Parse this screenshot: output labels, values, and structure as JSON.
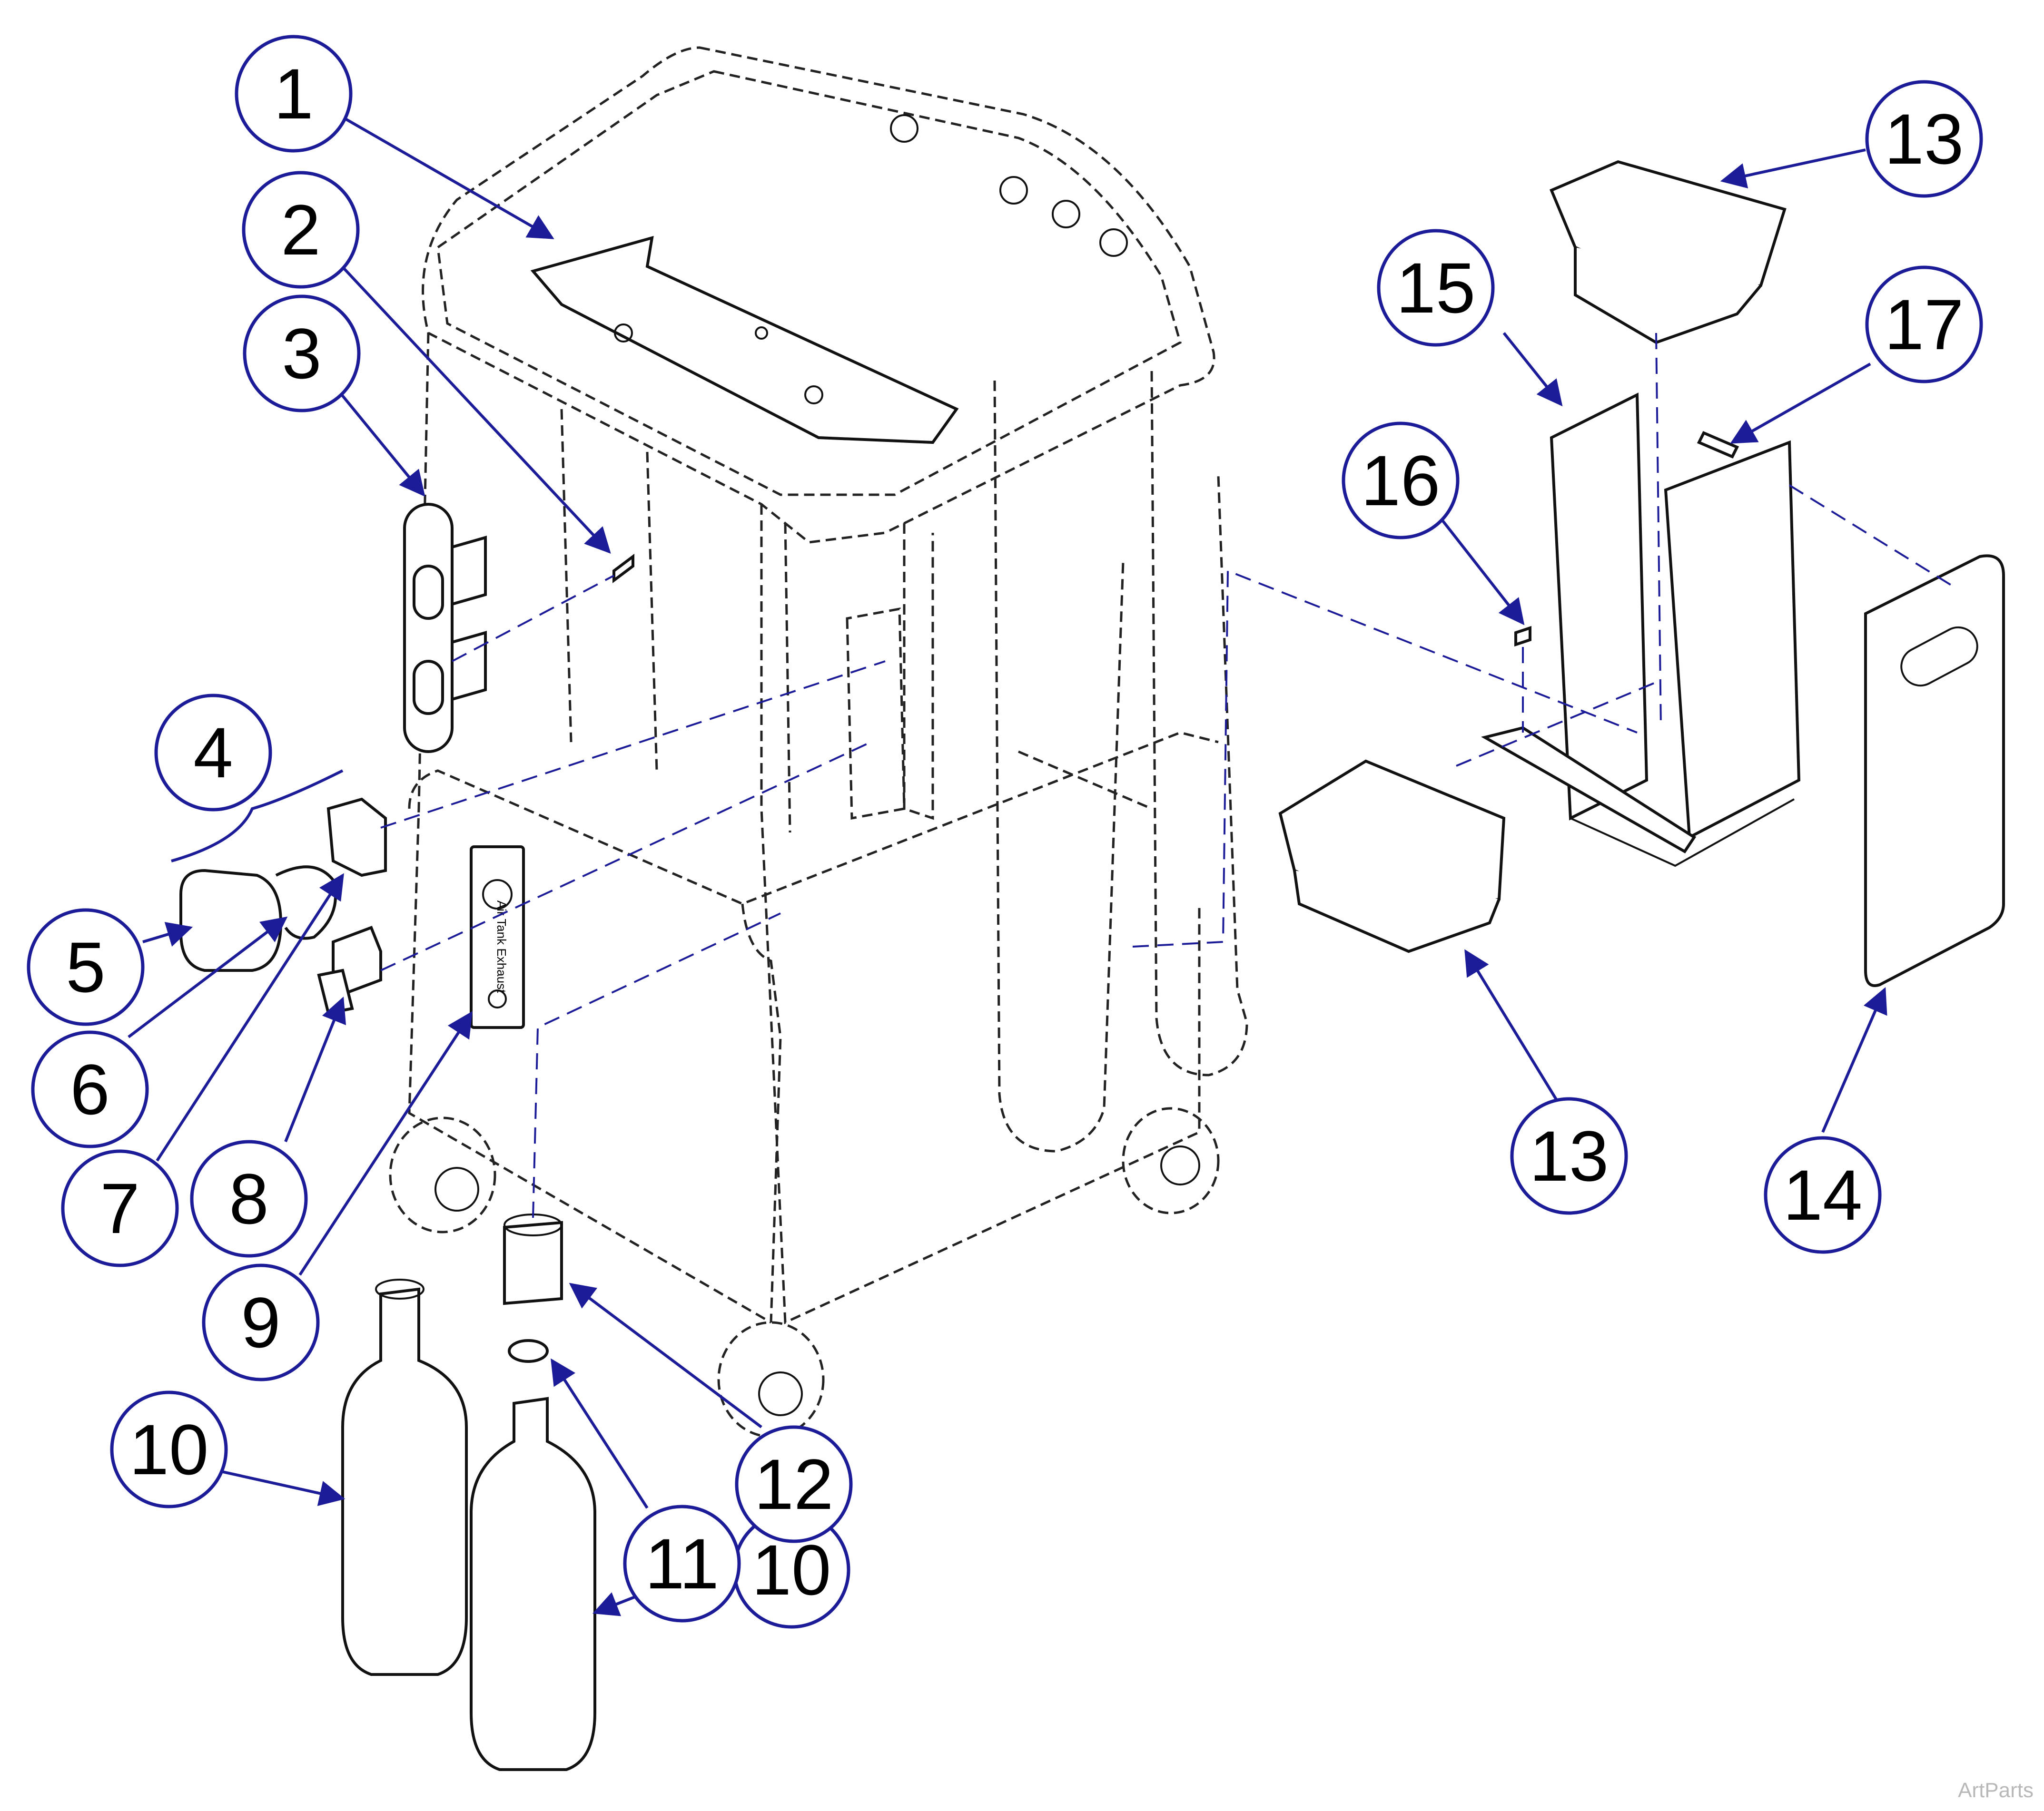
{
  "diagram": {
    "callouts": [
      {
        "id": "c1",
        "label": "1"
      },
      {
        "id": "c2",
        "label": "2"
      },
      {
        "id": "c3",
        "label": "3"
      },
      {
        "id": "c4",
        "label": "4"
      },
      {
        "id": "c5",
        "label": "5"
      },
      {
        "id": "c6",
        "label": "6"
      },
      {
        "id": "c7",
        "label": "7"
      },
      {
        "id": "c8",
        "label": "8"
      },
      {
        "id": "c9",
        "label": "9"
      },
      {
        "id": "c10a",
        "label": "10"
      },
      {
        "id": "c10b",
        "label": "10"
      },
      {
        "id": "c11",
        "label": "11"
      },
      {
        "id": "c12",
        "label": "12"
      },
      {
        "id": "c13a",
        "label": "13"
      },
      {
        "id": "c13b",
        "label": "13"
      },
      {
        "id": "c14",
        "label": "14"
      },
      {
        "id": "c15",
        "label": "15"
      },
      {
        "id": "c16",
        "label": "16"
      },
      {
        "id": "c17",
        "label": "17"
      }
    ],
    "label_plate_text": "Air Tank Exhaust",
    "watermark": "ArtParts"
  },
  "colors": {
    "callout_stroke": "#1c1c99",
    "line": "#111111",
    "background": "#ffffff",
    "watermark": "#b8b8b8"
  }
}
